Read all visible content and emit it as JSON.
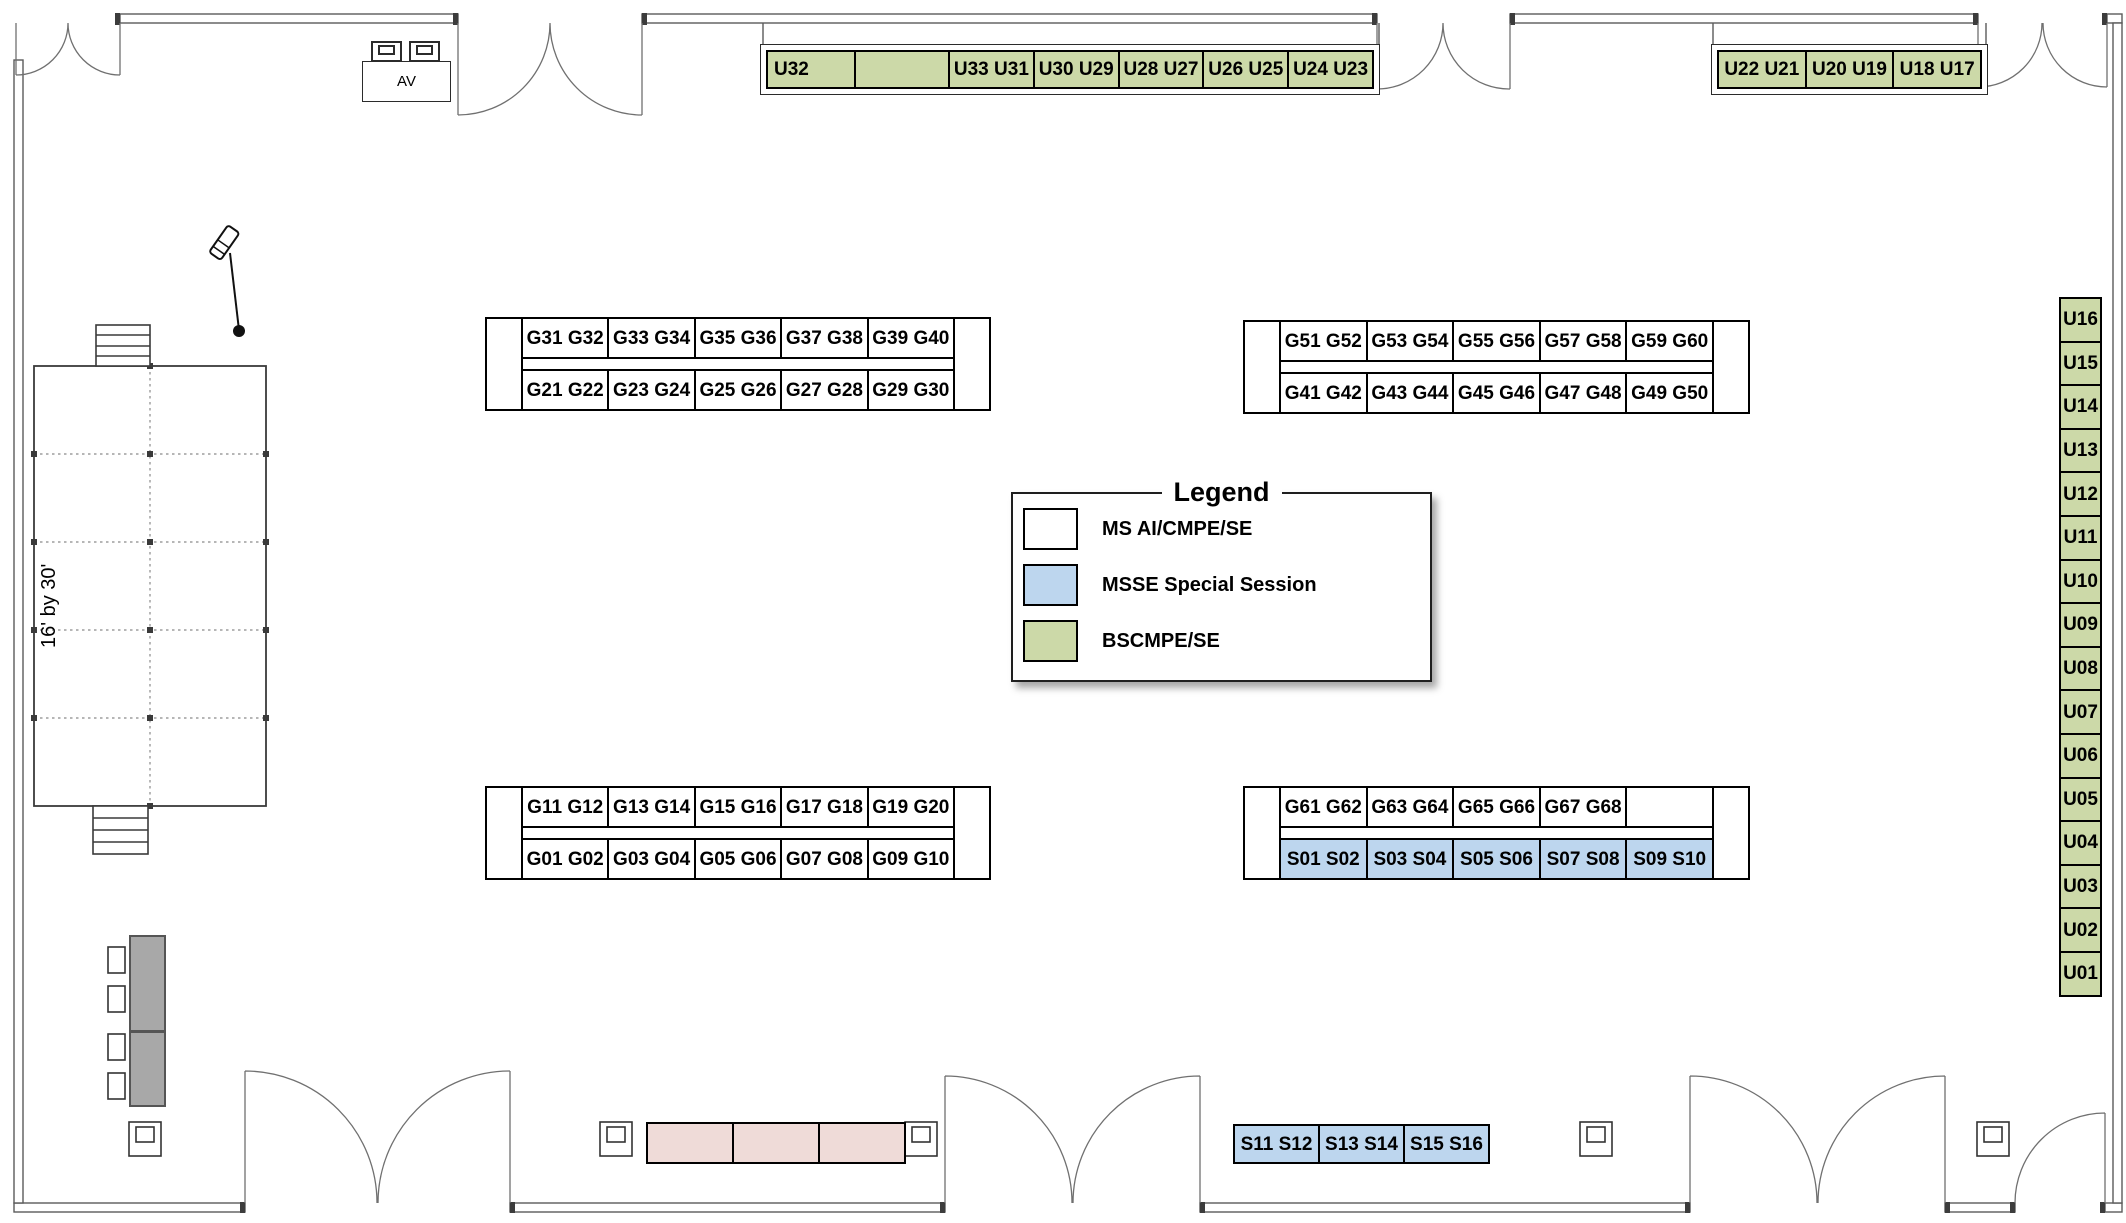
{
  "legend": {
    "title": "Legend",
    "entries": [
      {
        "label": "MS AI/CMPE/SE",
        "color": "#ffffff"
      },
      {
        "label": "MSSE Special Session",
        "color": "#bdd6ee"
      },
      {
        "label": "BSCMPE/SE",
        "color": "#ccd9a8"
      }
    ]
  },
  "stage": {
    "size_label": "16' by 30'"
  },
  "av": {
    "label": "AV"
  },
  "strips": {
    "top_green": {
      "cells": [
        "U32",
        "",
        "U33 U31",
        "U30 U29",
        "U28 U27",
        "U26 U25",
        "U24 U23"
      ]
    },
    "top_right_green": {
      "cells": [
        "U22 U21",
        "U20 U19",
        "U18 U17"
      ]
    },
    "right_green": {
      "cells": [
        "U16",
        "U15",
        "U14",
        "U13",
        "U12",
        "U11",
        "U10",
        "U09",
        "U08",
        "U07",
        "U06",
        "U05",
        "U04",
        "U03",
        "U02",
        "U01"
      ]
    },
    "bottom_blue": {
      "cells": [
        "S11 S12",
        "S13 S14",
        "S15 S16"
      ]
    },
    "bottom_pink": {
      "cells": [
        "",
        "",
        ""
      ]
    }
  },
  "blocks": {
    "upper_left": {
      "top": [
        "G31 G32",
        "G33 G34",
        "G35 G36",
        "G37 G38",
        "G39 G40"
      ],
      "bottom": [
        "G21 G22",
        "G23 G24",
        "G25 G26",
        "G27 G28",
        "G29 G30"
      ]
    },
    "upper_right": {
      "top": [
        "G51 G52",
        "G53 G54",
        "G55 G56",
        "G57 G58",
        "G59 G60"
      ],
      "bottom": [
        "G41 G42",
        "G43 G44",
        "G45 G46",
        "G47 G48",
        "G49 G50"
      ]
    },
    "lower_left": {
      "top": [
        "G11 G12",
        "G13 G14",
        "G15 G16",
        "G17 G18",
        "G19 G20"
      ],
      "bottom": [
        "G01 G02",
        "G03 G04",
        "G05 G06",
        "G07 G08",
        "G09 G10"
      ]
    },
    "lower_right": {
      "top": [
        "G61 G62",
        "G63 G64",
        "G65 G66",
        "G67 G68",
        ""
      ],
      "bottom": [
        "S01 S02",
        "S03 S04",
        "S05 S06",
        "S07 S08",
        "S09 S10"
      ]
    }
  },
  "colors": {
    "bscmpe_green": "#ccd9a8",
    "msse_blue": "#bdd6ee",
    "ms_white": "#ffffff",
    "pink": "#efdbd8",
    "furniture_gray": "#a8a8a8"
  }
}
